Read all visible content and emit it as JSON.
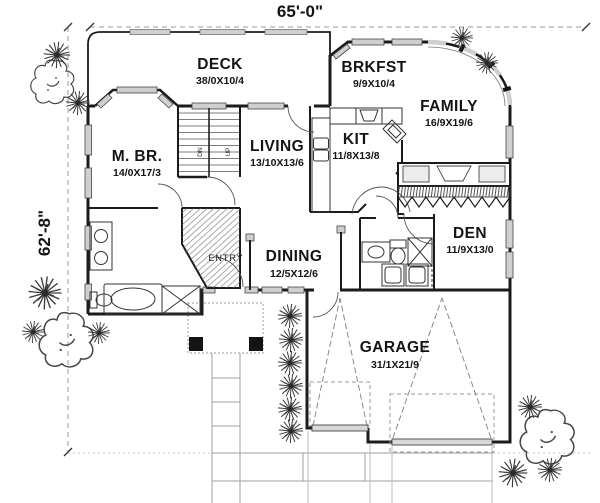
{
  "plan": {
    "title": "first-floor-plan",
    "dimensions": {
      "width_label": "65'-0\"",
      "height_label": "62'-8\""
    },
    "rooms": [
      {
        "name": "DECK",
        "size": "38/0X10/4"
      },
      {
        "name": "BRKFST",
        "size": "9/9X10/4"
      },
      {
        "name": "FAMILY",
        "size": "16/9X19/6"
      },
      {
        "name": "M. BR.",
        "size": "14/0X17/3"
      },
      {
        "name": "LIVING",
        "size": "13/10X13/6"
      },
      {
        "name": "KIT",
        "size": "11/8X13/8"
      },
      {
        "name": "DEN",
        "size": "11/9X13/0"
      },
      {
        "name": "DINING",
        "size": "12/5X12/6"
      },
      {
        "name": "GARAGE",
        "size": "31/1X21/9"
      }
    ],
    "labels": {
      "entry": "ENTRY",
      "stairs_down": "DN",
      "stairs_up": "UP"
    },
    "colors": {
      "wall": "#1b1b1b",
      "window_fill": "#cfcfcf",
      "guide": "#999999",
      "foliage": "#3a3a3a"
    }
  }
}
